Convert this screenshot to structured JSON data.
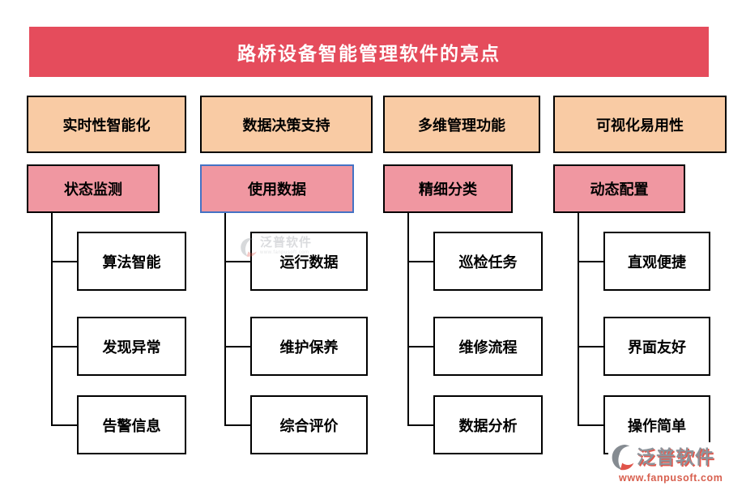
{
  "title": "路桥设备智能管理软件的亮点",
  "palette": {
    "banner_bg": "#e54c5c",
    "banner_text": "#ffffff",
    "header_bg": "#f9cba4",
    "sub_bg": "#f097a1",
    "sub_highlight_border": "#4472c4",
    "box_border": "#000000",
    "connector_line": "#000000"
  },
  "columns": [
    {
      "header": "实时性智能化",
      "sub": "状态监测",
      "highlighted": false,
      "items": [
        "算法智能",
        "发现异常",
        "告警信息"
      ]
    },
    {
      "header": "数据决策支持",
      "sub": "使用数据",
      "highlighted": true,
      "items": [
        "运行数据",
        "维护保养",
        "综合评价"
      ]
    },
    {
      "header": "多维管理功能",
      "sub": "精细分类",
      "highlighted": false,
      "items": [
        "巡检任务",
        "维修流程",
        "数据分析"
      ]
    },
    {
      "header": "可视化易用性",
      "sub": "动态配置",
      "highlighted": false,
      "items": [
        "直观便捷",
        "界面友好",
        "操作简单"
      ]
    }
  ],
  "watermark": {
    "text": "泛普软件",
    "subtext": "www.fanpusoft.com"
  },
  "logo": {
    "name": "泛普软件",
    "url": "www.fanpusoft.com"
  }
}
